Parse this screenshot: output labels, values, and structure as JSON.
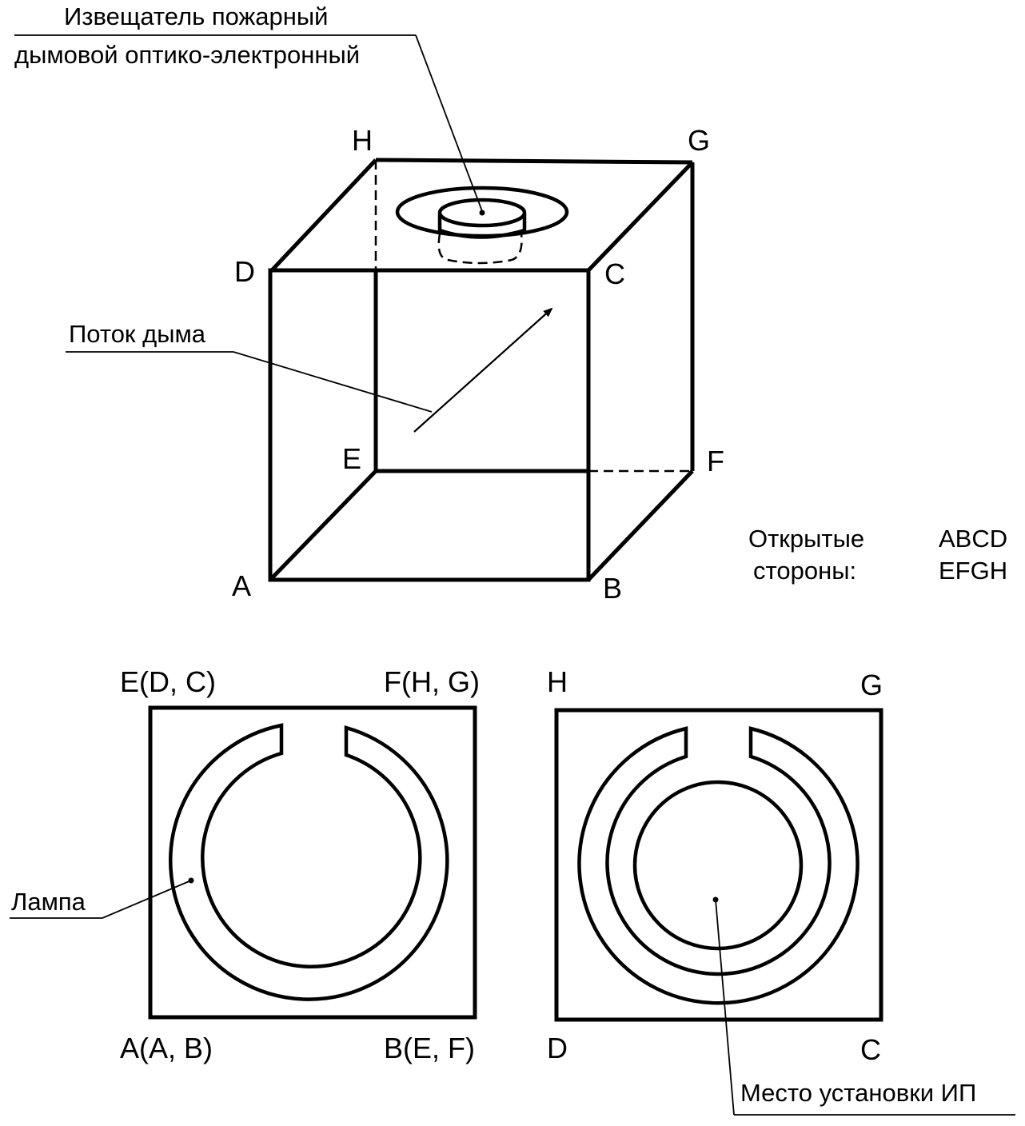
{
  "detector_label": {
    "line1": "Извещатель пожарный",
    "line2": "дымовой оптико-электронный"
  },
  "smoke_flow_label": "Поток дыма",
  "lamp_label": "Лампа",
  "mount_label": "Место установки ИП",
  "open_sides": {
    "label_line1": "Открытые",
    "label_line2": "стороны:",
    "value_line1": "ABCD",
    "value_line2": "EFGH"
  },
  "cube_vertices": {
    "A": "A",
    "B": "B",
    "C": "C",
    "D": "D",
    "E": "E",
    "F": "F",
    "G": "G",
    "H": "H"
  },
  "left_view_corners": {
    "top_left": "E(D, C)",
    "top_right": "F(H, G)",
    "bottom_left": "A(A, B)",
    "bottom_right": "B(E, F)"
  },
  "right_view_corners": {
    "top_left": "H",
    "top_right": "G",
    "bottom_left": "D",
    "bottom_right": "C"
  }
}
